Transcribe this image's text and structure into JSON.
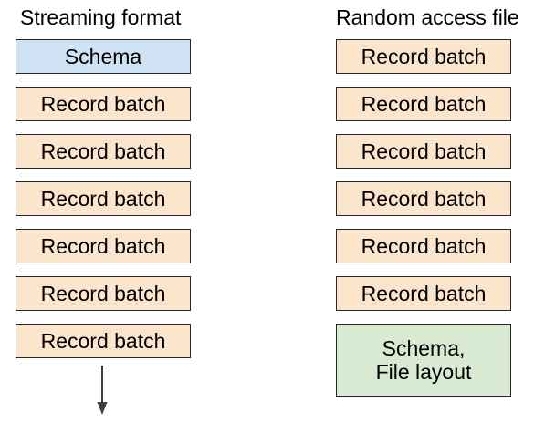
{
  "colors": {
    "schema_box_fill": "#cfe2f3",
    "record_box_fill": "#fce5cd",
    "footer_box_fill": "#d9ead3",
    "box_border": "#26262b",
    "text": "#000000",
    "arrow": "#3d3d3d",
    "background": "#ffffff"
  },
  "streaming_column": {
    "title": "Streaming format",
    "schema_box": "Schema",
    "record_batches": [
      "Record batch",
      "Record batch",
      "Record batch",
      "Record batch",
      "Record batch",
      "Record batch"
    ]
  },
  "random_access_column": {
    "title": "Random access file",
    "record_batches": [
      "Record batch",
      "Record batch",
      "Record batch",
      "Record batch",
      "Record batch",
      "Record batch"
    ],
    "footer_box": {
      "line1": "Schema,",
      "line2": "File layout"
    }
  }
}
